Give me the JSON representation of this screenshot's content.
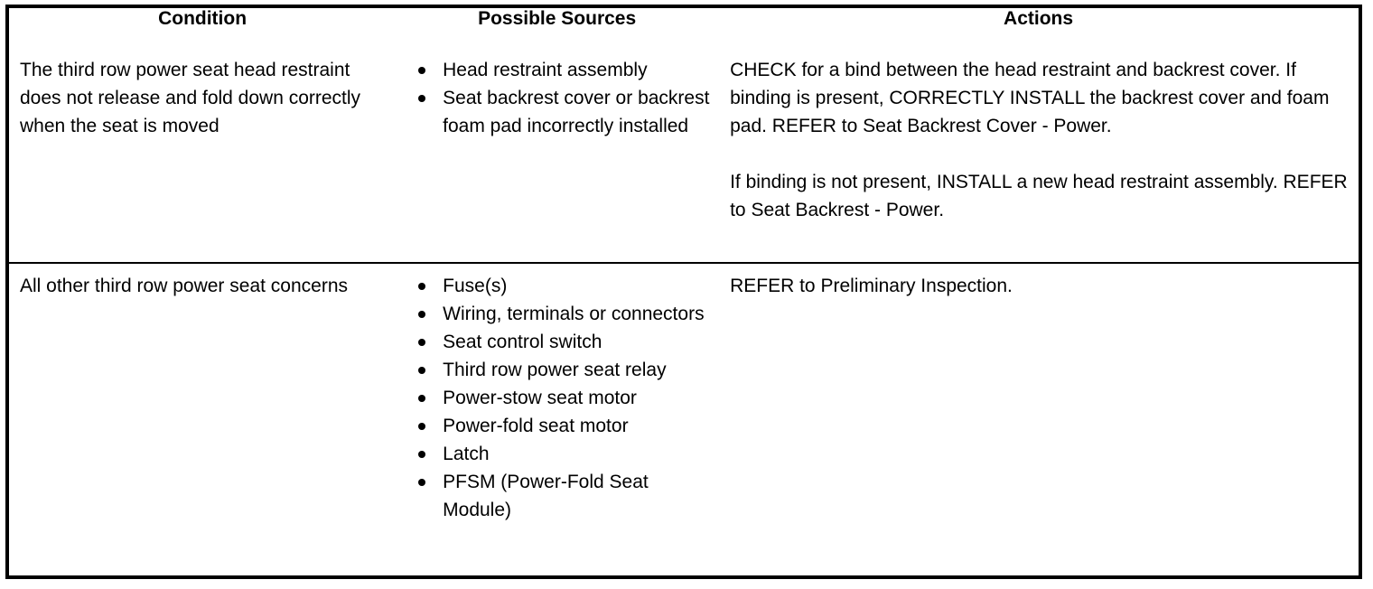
{
  "table": {
    "headers": {
      "condition": "Condition",
      "possible_sources": "Possible Sources",
      "actions": "Actions"
    },
    "rows": [
      {
        "condition": "The third row power seat head restraint does not release and fold down correctly when the seat is moved",
        "possible_sources": [
          "Head restraint assembly",
          "Seat backrest cover or backrest foam pad incorrectly installed"
        ],
        "actions": [
          "CHECK for a bind between the head restraint and backrest cover. If binding is present, CORRECTLY INSTALL the backrest cover and foam pad. REFER to Seat Backrest Cover - Power.",
          "If binding is not present, INSTALL a new head restraint assembly. REFER to Seat Backrest - Power."
        ]
      },
      {
        "condition": "All other third row power seat concerns",
        "possible_sources": [
          "Fuse(s)",
          "Wiring, terminals or connectors",
          "Seat control switch",
          "Third row power seat relay",
          "Power-stow seat motor",
          "Power-fold seat motor",
          "Latch",
          "PFSM (Power-Fold Seat Module)"
        ],
        "actions": [
          "REFER to Preliminary Inspection."
        ]
      }
    ]
  },
  "colors": {
    "border": "#000000",
    "text": "#000000",
    "background": "#ffffff"
  }
}
